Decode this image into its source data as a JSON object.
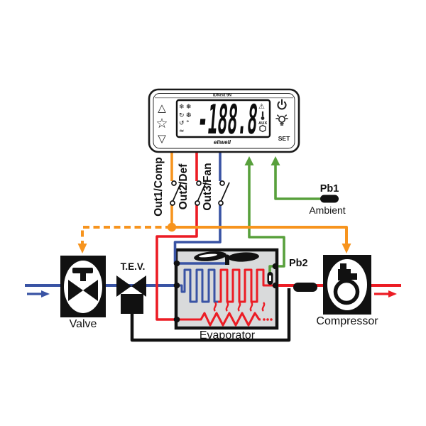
{
  "colors": {
    "orange": "#F7941E",
    "red": "#EC1C24",
    "blue": "#3953A4",
    "green": "#58A03C",
    "evaporator_gray": "#D9DADB",
    "black": "#111111"
  },
  "controller": {
    "model": "IDNext 9N",
    "display_value": "-188.8",
    "set_label": "SET",
    "aux_label": "AUX",
    "brand": "eliwell",
    "alarm_icon": "⚠",
    "buttons": {
      "up": "△",
      "favorite": "☆",
      "down": "▽"
    },
    "lcd_icons_left": [
      "❄",
      "❅",
      "↻",
      "❆",
      "↺",
      "°",
      "≈"
    ]
  },
  "outputs": [
    {
      "label": "Out1/Comp",
      "color": "#F7941E"
    },
    {
      "label": "Out2/Def",
      "color": "#EC1C24"
    },
    {
      "label": "Out3/Fan",
      "color": "#3953A4"
    }
  ],
  "probes": {
    "pb1": {
      "label": "Pb1",
      "description": "Ambient"
    },
    "pb2": {
      "label": "Pb2"
    }
  },
  "components": {
    "valve": "Valve",
    "tev": "T.E.V.",
    "evaporator": "Evaporator",
    "compressor": "Compressor"
  }
}
